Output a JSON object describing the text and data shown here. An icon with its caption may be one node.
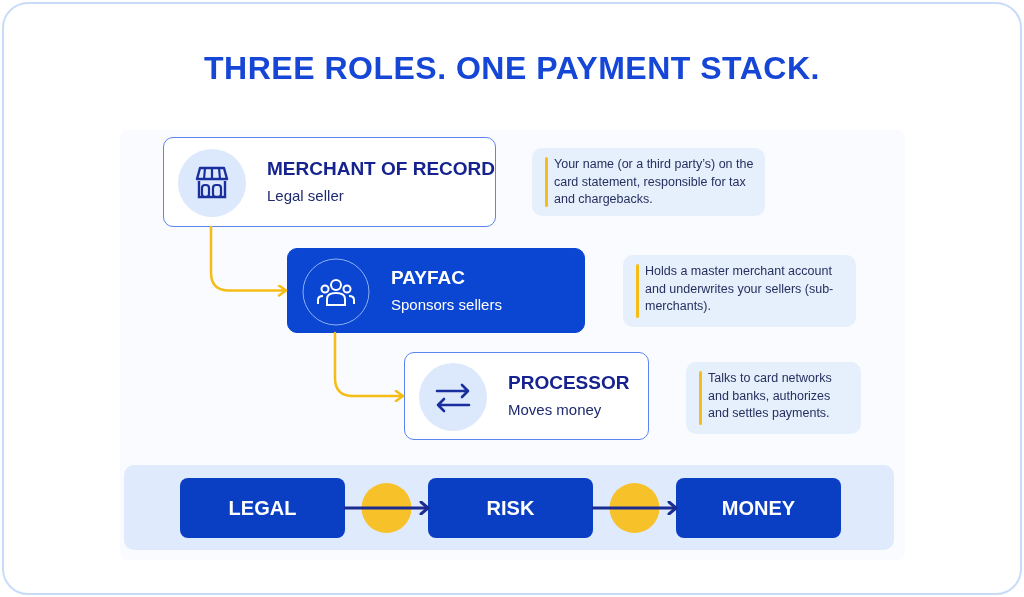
{
  "diagram": {
    "title": "THREE ROLES. ONE PAYMENT STACK.",
    "nodes": [
      {
        "text": [
          "MERCHANT OF RECORD",
          "Legal seller"
        ]
      },
      {
        "text": [
          "PAYFAC",
          "Sponsors sellers"
        ]
      },
      {
        "text": [
          "PROCESSOR",
          "Moves money"
        ]
      },
      {
        "text": [
          "Your name (or a third party’s) on the card statement, responsible for tax and chargebacks."
        ]
      },
      {
        "text": [
          "Holds a master merchant account and underwrites your sellers (sub-merchants)."
        ]
      },
      {
        "text": [
          "Talks to card networks and banks, authorizes and settles payments."
        ]
      },
      {
        "text": [],
        "shape": "box"
      },
      {
        "text": [
          "LEGAL"
        ],
        "in": 6
      },
      {
        "text": [
          "RISK"
        ],
        "in": 6
      },
      {
        "text": [
          "MONEY"
        ],
        "in": 6
      }
    ],
    "edges": [
      {
        "from": 0,
        "to": 1,
        "arrow": "to"
      },
      {
        "from": 1,
        "to": 2,
        "arrow": "to"
      },
      {
        "from": 7,
        "to": 8,
        "arrow": "to",
        "color": "#1b2c91"
      },
      {
        "from": 8,
        "to": 9,
        "arrow": "to",
        "color": "#1b2c91"
      }
    ]
  }
}
